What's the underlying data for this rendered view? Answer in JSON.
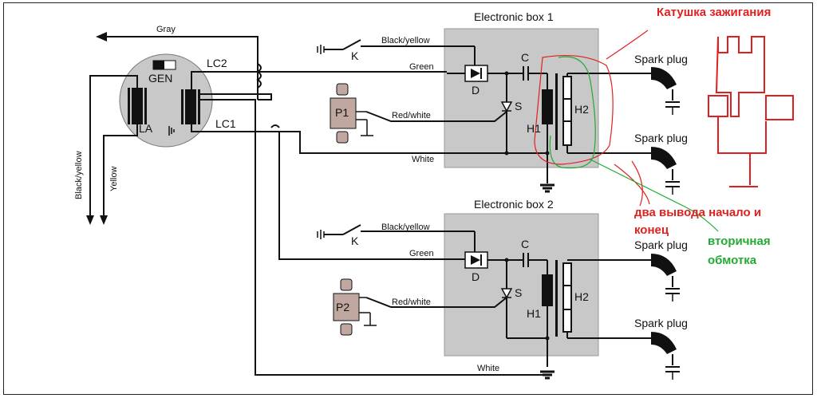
{
  "diagram": {
    "wires": {
      "gray": "Gray",
      "black_yellow_left": "Black/yellow",
      "yellow_left": "Yellow"
    },
    "generator": {
      "gen": "GEN",
      "la": "LA",
      "lc1": "LC1",
      "lc2": "LC2"
    },
    "box1": {
      "title": "Electronic box 1",
      "wire_black_yellow": "Black/yellow",
      "wire_green": "Green",
      "wire_red_white": "Red/white",
      "wire_white": "White",
      "k": "K",
      "c": "C",
      "d": "D",
      "s": "S",
      "h1": "H1",
      "h2": "H2",
      "pickup": "P1",
      "spark_top": "Spark plug",
      "spark_bottom": "Spark plug"
    },
    "box2": {
      "title": "Electronic box 2",
      "wire_black_yellow": "Black/yellow",
      "wire_green": "Green",
      "wire_red_white": "Red/white",
      "wire_white": "White",
      "k": "K",
      "c": "C",
      "d": "D",
      "s": "S",
      "h1": "H1",
      "h2": "H2",
      "pickup": "P2",
      "spark_top": "Spark plug",
      "spark_bottom": "Spark plug"
    }
  },
  "annotations": {
    "ignition_coil": "Катушка зажигания",
    "two_leads_line1": "два вывода начало и",
    "two_leads_line2": "конец",
    "secondary_line1": "вторичная",
    "secondary_line2": "обмотка",
    "red_color": "#e02020",
    "green_color": "#22aa33"
  }
}
